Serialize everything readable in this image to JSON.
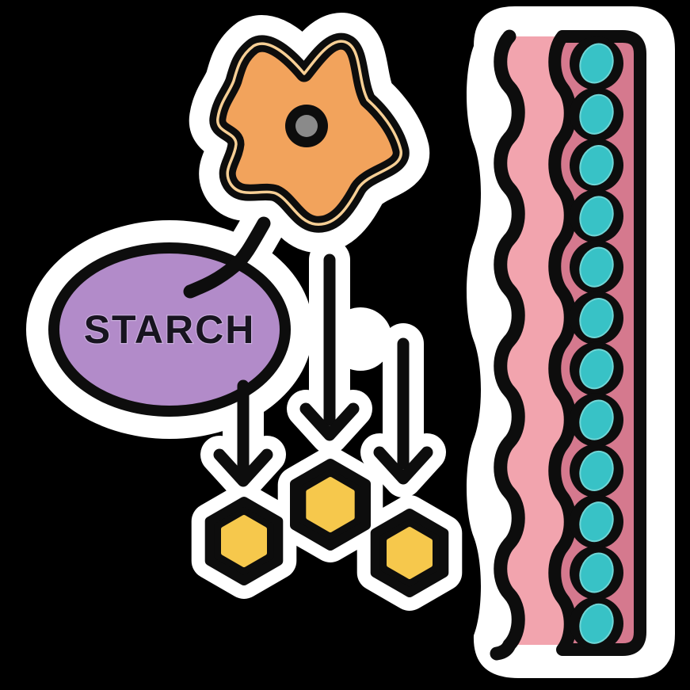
{
  "illustration": {
    "subject": "starch-digestion-sticker",
    "labels": {
      "starch": "STARCH"
    },
    "glucose": {
      "count": 3
    },
    "arrows": {
      "count": 3
    },
    "membrane": {
      "cell_count": 12
    }
  },
  "palette": {
    "background": "#000000",
    "sticker_white": "#ffffff",
    "outline_black": "#0d0d0d",
    "enzyme_orange": "#f2a35c",
    "enzyme_inner_edge": "#f7cf95",
    "nucleus_gray": "#8a8a8a",
    "starch_purple": "#b28bc9",
    "starch_text": "#17141f",
    "starch_text_halo": "#c9addc",
    "glucose_yellow": "#f6c84c",
    "membrane_light_pink": "#f2a4ae",
    "membrane_dark_pink": "#d5798e",
    "cell_teal": "#38c2c6",
    "cell_teal_edge": "#6fd6d6"
  }
}
